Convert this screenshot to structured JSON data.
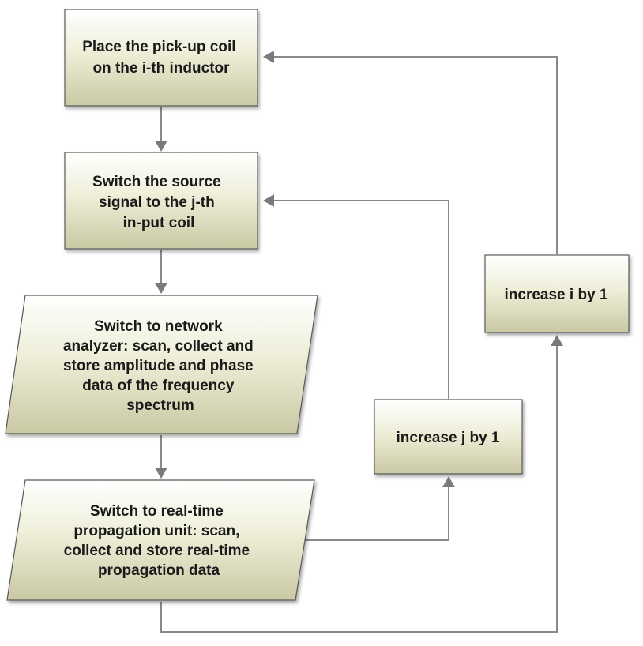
{
  "diagram": {
    "nodes": {
      "place_coil": {
        "lines": [
          "Place the pick-up coil",
          "on the i-th inductor"
        ]
      },
      "switch_source": {
        "lines": [
          "Switch the source",
          "signal to the j-th",
          "in-put coil"
        ]
      },
      "network_analyzer": {
        "lines": [
          "Switch to network",
          "analyzer: scan, collect and",
          "store amplitude and phase",
          "data of the frequency",
          "spectrum"
        ]
      },
      "realtime_unit": {
        "lines": [
          "Switch to real-time",
          "propagation unit: scan,",
          "collect and store real-time",
          "propagation data"
        ]
      },
      "increase_j": {
        "lines": [
          "increase j by 1"
        ]
      },
      "increase_i": {
        "lines": [
          "increase i by 1"
        ]
      }
    }
  }
}
